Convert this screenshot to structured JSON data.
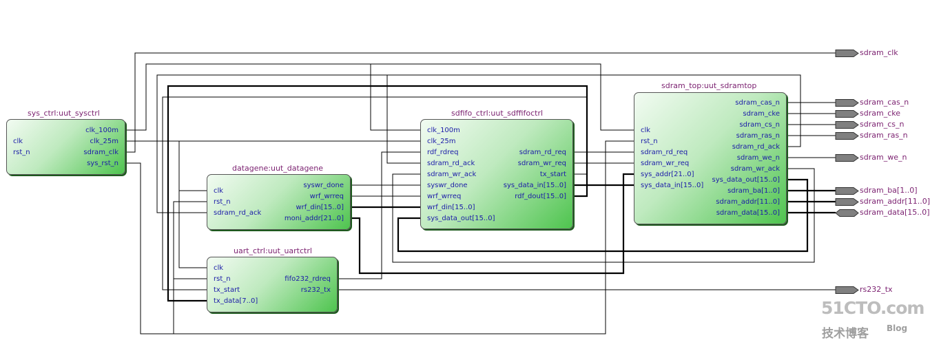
{
  "blocks": {
    "sysctrl": {
      "title": "sys_ctrl:uut_sysctrl",
      "inputs": [
        "clk",
        "rst_n"
      ],
      "outputs": [
        "clk_100m",
        "clk_25m",
        "sdram_clk",
        "sys_rst_n"
      ]
    },
    "datagene": {
      "title": "datagene:uut_datagene",
      "inputs": [
        "clk",
        "rst_n",
        "sdram_rd_ack"
      ],
      "outputs": [
        "syswr_done",
        "wrf_wrreq",
        "wrf_din[15..0]",
        "moni_addr[21..0]"
      ]
    },
    "uartctrl": {
      "title": "uart_ctrl:uut_uartctrl",
      "inputs": [
        "clk",
        "rst_n",
        "tx_start",
        "tx_data[7..0]"
      ],
      "outputs": [
        "fifo232_rdreq",
        "rs232_tx"
      ]
    },
    "sdffifo": {
      "title": "sdfifo_ctrl:uut_sdffifoctrl",
      "inputs": [
        "clk_100m",
        "clk_25m",
        "rdf_rdreq",
        "sdram_rd_ack",
        "sdram_wr_ack",
        "syswr_done",
        "wrf_wrreq",
        "wrf_din[15..0]",
        "sys_data_out[15..0]"
      ],
      "outputs": [
        "sdram_rd_req",
        "sdram_wr_req",
        "tx_start",
        "sys_data_in[15..0]",
        "rdf_dout[15..0]"
      ]
    },
    "sdramtop": {
      "title": "sdram_top:uut_sdramtop",
      "inputs": [
        "clk",
        "rst_n",
        "sdram_rd_req",
        "sdram_wr_req",
        "sys_addr[21..0]",
        "sys_data_in[15..0]"
      ],
      "outputs": [
        "sdram_cas_n",
        "sdram_cke",
        "sdram_cs_n",
        "sdram_ras_n",
        "sdram_rd_ack",
        "sdram_we_n",
        "sdram_wr_ack",
        "sys_data_out[15..0]",
        "sdram_ba[1..0]",
        "sdram_addr[11..0]",
        "sdram_data[15..0]"
      ]
    }
  },
  "pins": [
    "sdram_clk",
    "sdram_cas_n",
    "sdram_cke",
    "sdram_cs_n",
    "sdram_ras_n",
    "sdram_we_n",
    "sdram_ba[1..0]",
    "sdram_addr[11..0]",
    "sdram_data[15..0]",
    "rs232_tx"
  ],
  "watermark": {
    "brand": "51CTO.com",
    "tagline": "技术博客",
    "blog": "Blog"
  },
  "colors": {
    "block_title": "#7a1f6f",
    "port_text": "#1a1aa8",
    "block_fill": "#4ec44e",
    "wire": "#000000",
    "pin_fill": "#808080"
  }
}
